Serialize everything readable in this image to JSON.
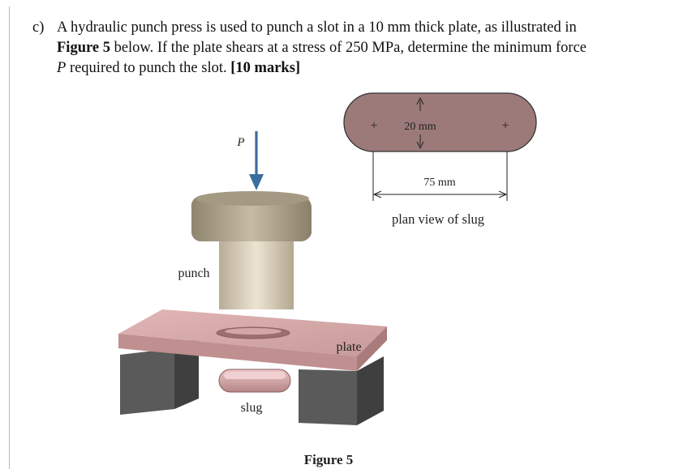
{
  "question": {
    "letter": "c)",
    "line1": "A hydraulic punch press is used to punch a slot in a 10 mm thick plate, as illustrated in",
    "line2_bold": "Figure 5",
    "line2_rest": " below. If the plate shears at a stress of 250 MPa, determine the minimum force",
    "line3_var": "P",
    "line3_rest": " required to punch the slot. ",
    "marks": "[10 marks]"
  },
  "figure": {
    "caption": "Figure 5",
    "labels": {
      "force": "P",
      "punch": "punch",
      "plate": "plate",
      "slug": "slug"
    },
    "plan_view": {
      "width_dim": "20 mm",
      "length_dim": "75 mm",
      "center_mark": "+",
      "caption": "plan view of slug"
    }
  },
  "colors": {
    "slug_fill": "#9c7a7a",
    "plate_fill": "#d6a9a9",
    "punch_fill": "#d9cdb5",
    "support_fill": "#5a5a5a",
    "force_arrow": "#3a6ea0"
  }
}
